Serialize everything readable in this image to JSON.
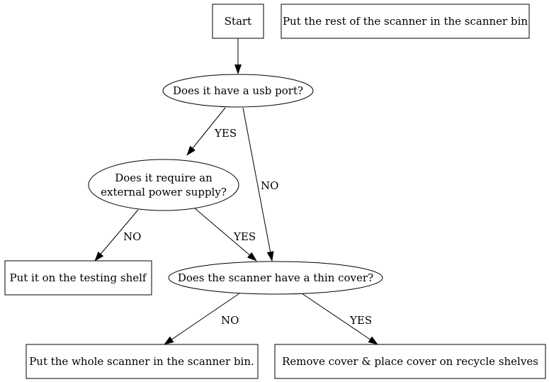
{
  "diagram": {
    "nodes": {
      "start": "Start",
      "rest_bin": "Put the rest of the scanner in the scanner bin",
      "usb_q": "Does it have a usb port?",
      "power_q_line1": "Does it require an",
      "power_q_line2": "external power supply?",
      "testing_shelf": "Put it on the testing shelf",
      "thin_cover_q": "Does the scanner have a thin cover?",
      "whole_bin": "Put the whole scanner in the scanner bin.",
      "remove_cover": "Remove cover & place cover on recycle shelves"
    },
    "edge_labels": {
      "usb_yes": "YES",
      "usb_no": "NO",
      "power_no": "NO",
      "power_yes": "YES",
      "cover_no": "NO",
      "cover_yes": "YES"
    }
  },
  "colors": {
    "stroke": "#000000",
    "background": "#ffffff"
  }
}
